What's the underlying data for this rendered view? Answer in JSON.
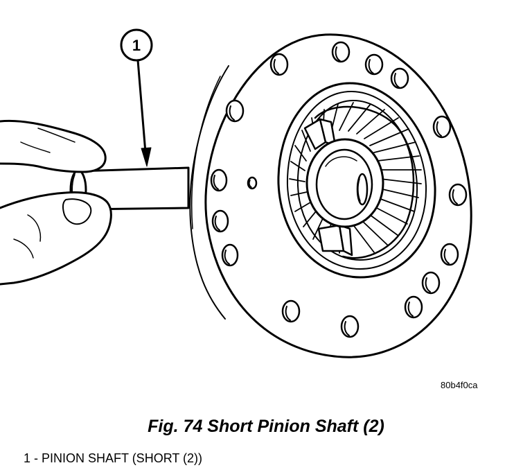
{
  "diagram": {
    "callout_number": "1",
    "reference_code": "80b4f0ca"
  },
  "caption": {
    "text": "Fig. 74 Short Pinion Shaft (2)"
  },
  "legend": {
    "items": [
      {
        "text": "1 - PINION SHAFT (SHORT (2))"
      }
    ]
  }
}
